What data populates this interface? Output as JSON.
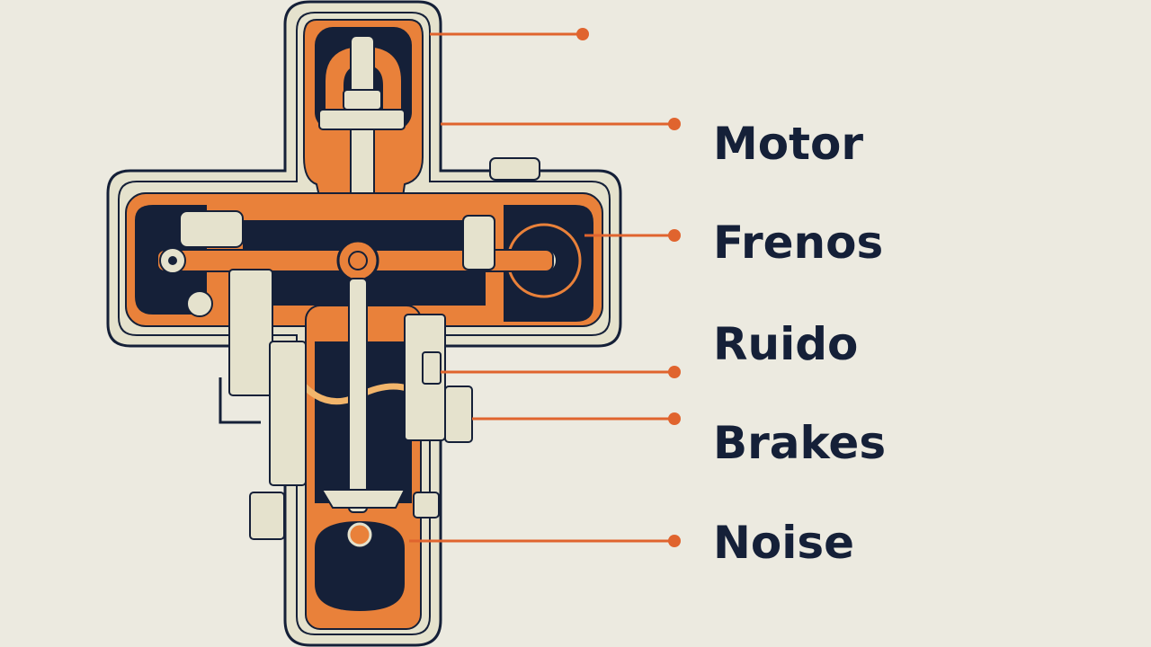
{
  "colors": {
    "background": "#ECEAE0",
    "outline": "#152038",
    "orange": "#E9813A",
    "cream": "#E5E2CD",
    "navy": "#152038",
    "leader_line": "#E0642E",
    "label_text": "#152038"
  },
  "labels": [
    {
      "text": "Motor"
    },
    {
      "text": "Frenos"
    },
    {
      "text": "Ruido"
    },
    {
      "text": "Brakes"
    },
    {
      "text": "Noise"
    }
  ]
}
